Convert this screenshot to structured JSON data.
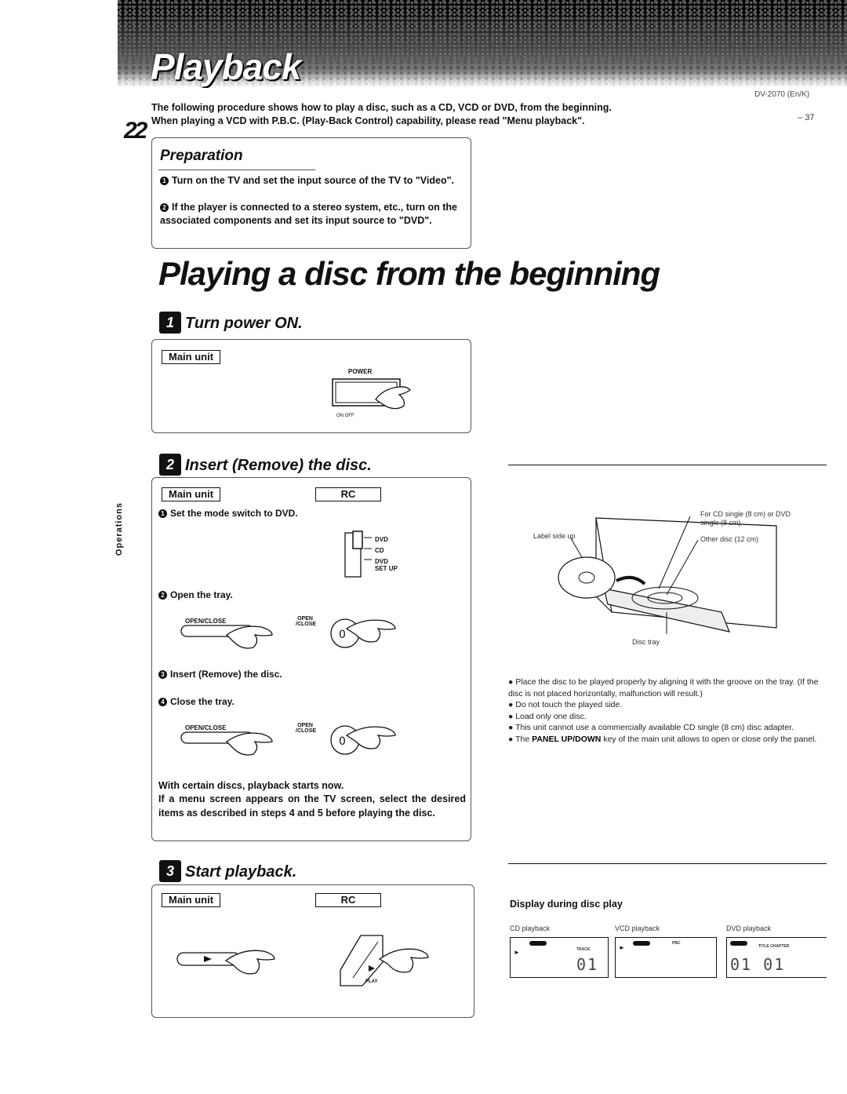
{
  "header": {
    "banner_title": "Playback",
    "model_code": "DV-2070 (En/K)",
    "page_number": "22",
    "ref_page": "37",
    "sidebar": "Operations"
  },
  "intro": {
    "line1": "The following procedure shows how to play a disc, such as a CD, VCD or DVD, from the beginning.",
    "line2": "When playing a VCD with P.B.C. (Play-Back Control) capability, please read \"Menu playback\"."
  },
  "preparation": {
    "title": "Preparation",
    "items": [
      {
        "num": "1",
        "text": "Turn on the TV and set the input source of the TV to \"Video\"."
      },
      {
        "num": "2",
        "text": "If the player is connected to a stereo system, etc., turn on the associated components and set its input source to \"DVD\"."
      }
    ]
  },
  "main_title": "Playing a disc from the beginning",
  "step1": {
    "num": "1",
    "title": "Turn power ON.",
    "tag": "Main unit",
    "power_label": "POWER",
    "switch_label": "ON  OFF"
  },
  "step2": {
    "num": "2",
    "title": "Insert (Remove) the disc.",
    "tag_main": "Main unit",
    "tag_rc": "RC",
    "sub1": "Set the mode switch to DVD.",
    "switch_opts": [
      "DVD",
      "CD",
      "DVD SET UP"
    ],
    "sub2": "Open the tray.",
    "open_close_label": "OPEN/CLOSE",
    "rc_open_close_label": "OPEN /CLOSE",
    "sub3": "Insert (Remove) the disc.",
    "sub4": "Close the tray.",
    "note1": "With certain discs, playback starts now.",
    "note2": "If a menu screen appears on the TV screen, select the desired items as described in steps 4 and 5 before playing the disc.",
    "illus": {
      "label_side": "Label side up",
      "cd_single": "For CD single (8 cm) or DVD single (8 cm)",
      "other_disc": "Other disc (12 cm)",
      "disc_tray": "Disc tray"
    },
    "bullets": [
      "Place the disc to be played properly by aligning it with the groove on the tray. (If the disc is not placed horizontally, malfunction will result.)",
      "Do not touch the played side.",
      "Load only one disc.",
      "This unit cannot use a commercially available CD single (8 cm) disc adapter.",
      "The PANEL UP/DOWN key of the main unit allows to open or close only the panel."
    ],
    "panel_key": "PANEL UP/DOWN"
  },
  "step3": {
    "num": "3",
    "title": "Start playback.",
    "tag_main": "Main unit",
    "tag_rc": "RC",
    "play_label": "PLAY",
    "display_heading": "Display during disc play",
    "displays": [
      {
        "label": "CD playback",
        "indicator": "TRACK",
        "readout": "01"
      },
      {
        "label": "VCD playback",
        "indicator": "PBC",
        "readout": ""
      },
      {
        "label": "DVD playback",
        "indicator": "TITLE CHAPTER",
        "readout": "01  01"
      }
    ]
  }
}
